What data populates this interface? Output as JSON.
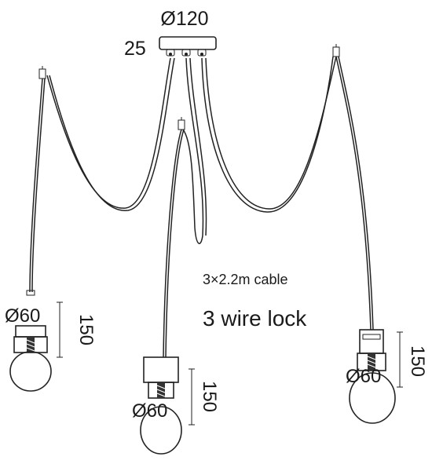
{
  "canopy": {
    "diameter_label": "Ø120",
    "height_label": "25"
  },
  "notes": {
    "cable": "3×2.2m cable",
    "lock": "3 wire lock"
  },
  "pendants": [
    {
      "diameter_label": "Ø60",
      "height_label": "150"
    },
    {
      "diameter_label": "Ø60",
      "height_label": "150"
    },
    {
      "diameter_label": "Ø60",
      "height_label": "150"
    }
  ]
}
